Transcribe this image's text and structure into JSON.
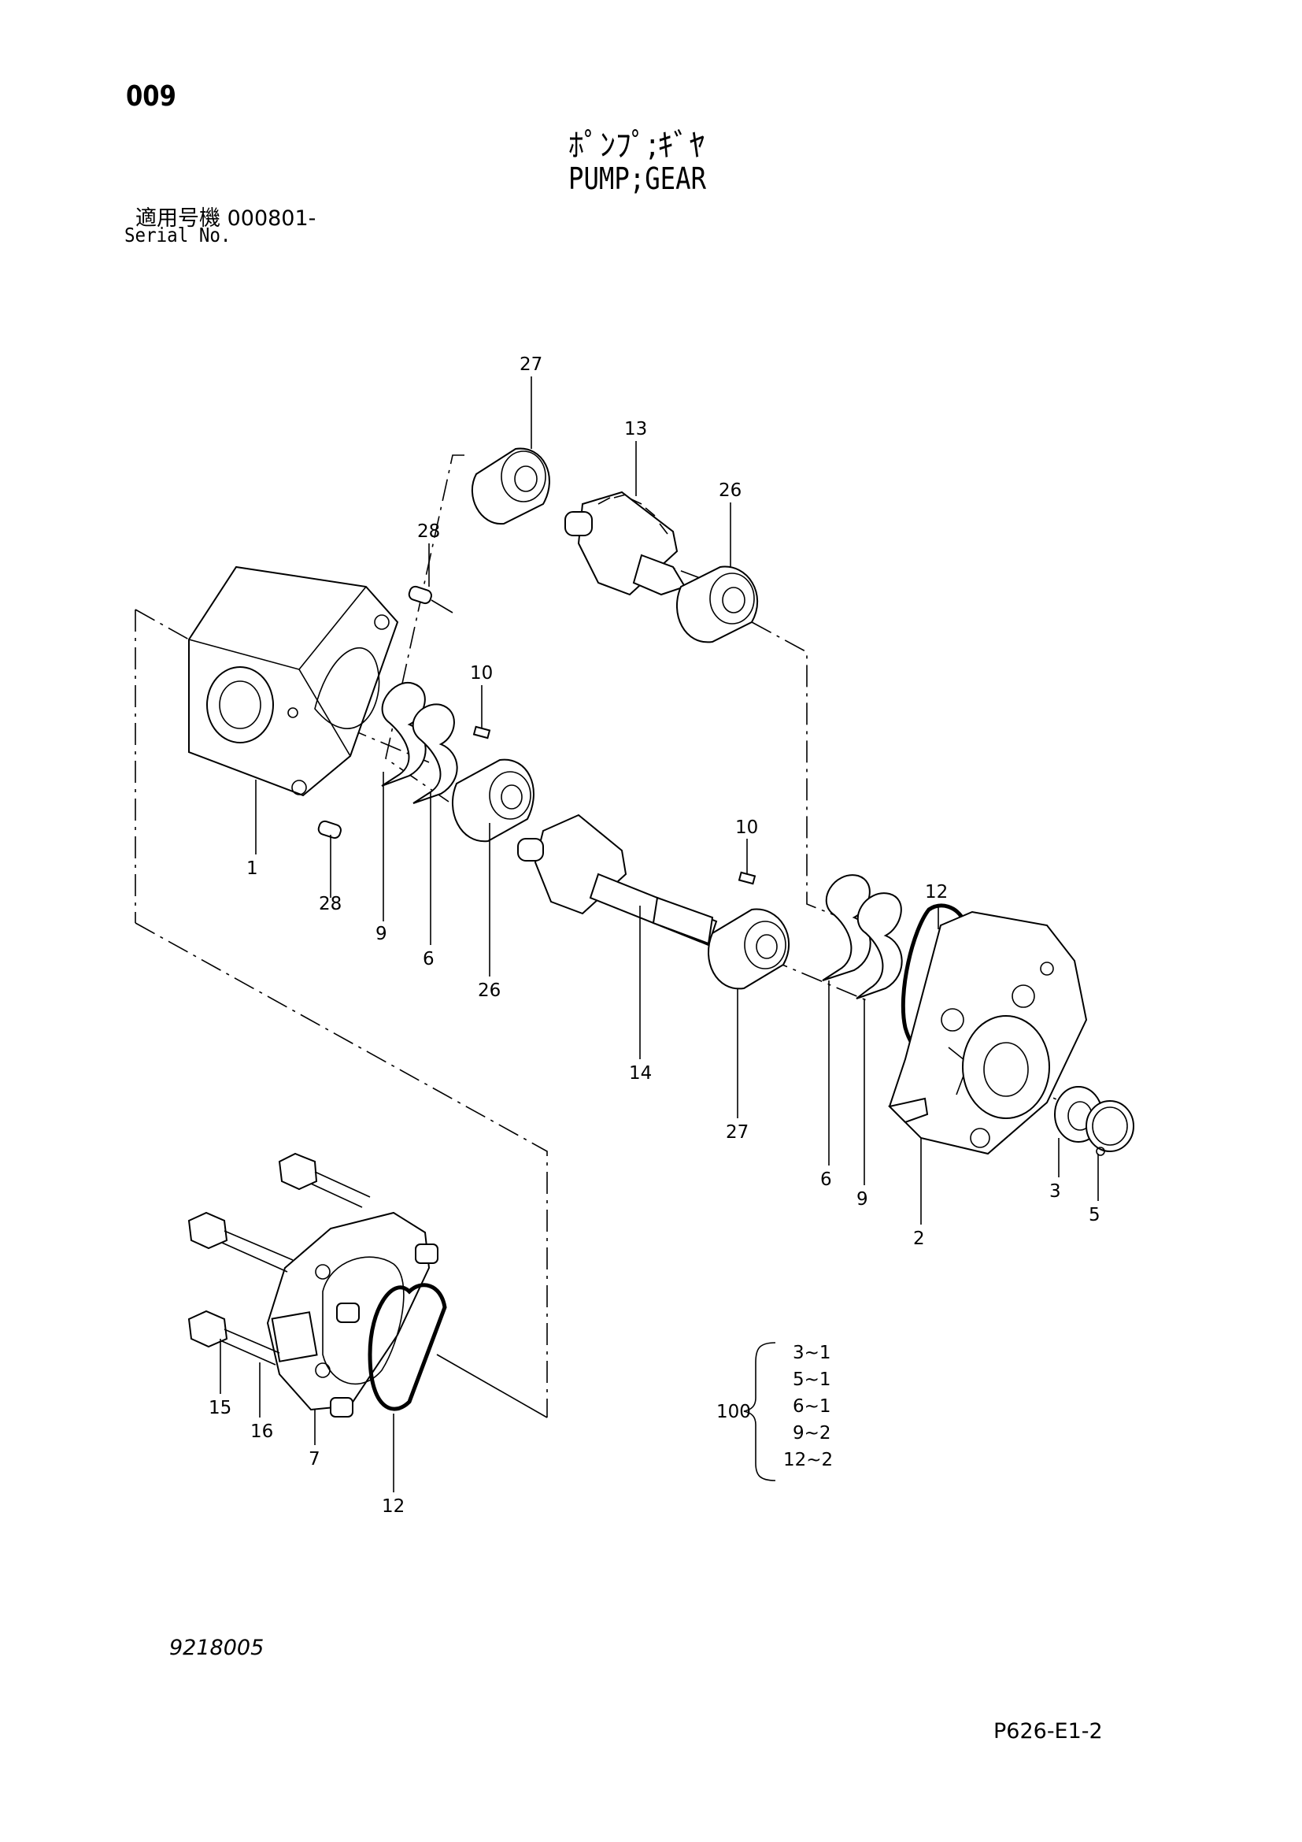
{
  "header": {
    "page_number": "009",
    "title_jp": "ﾎﾟﾝﾌﾟ;ｷﾞﾔ",
    "title_en": "PUMP;GEAR",
    "serial_label_jp": "適用号機  000801-",
    "serial_label_en": "Serial No."
  },
  "callouts": {
    "c1": "1",
    "c2": "2",
    "c3": "3",
    "c5": "5",
    "c6a": "6",
    "c6b": "6",
    "c7": "7",
    "c9a": "9",
    "c9b": "9",
    "c10a": "10",
    "c10b": "10",
    "c12a": "12",
    "c12b": "12",
    "c13": "13",
    "c14": "14",
    "c15": "15",
    "c16": "16",
    "c26a": "26",
    "c26b": "26",
    "c27a": "27",
    "c27b": "27",
    "c28a": "28",
    "c28b": "28"
  },
  "kit": {
    "number": "100",
    "items": [
      "3~1",
      "5~1",
      "6~1",
      "9~2",
      "12~2"
    ]
  },
  "footer": {
    "drawing_number": "9218005",
    "sheet_reference": "P626-E1-2"
  }
}
